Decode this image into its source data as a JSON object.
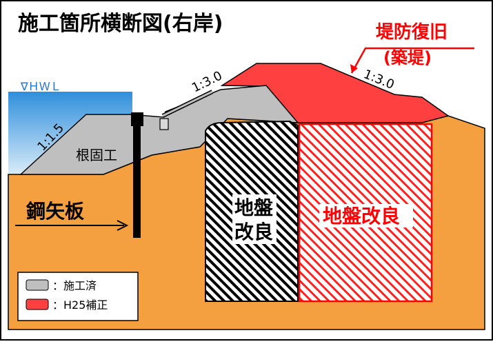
{
  "title": "施工箇所横断図(右岸)",
  "labels": {
    "restoration_line1": "堤防復旧",
    "restoration_line2": "(築堤)",
    "hwl": "∇ＨＷＬ",
    "slope_left": "1:1.5",
    "slope_top": "1:3.0",
    "slope_right": "1:3.0",
    "root_protection": "根固工",
    "sheet_pile": "鋼矢板",
    "ground_improvement_done_1": "地盤",
    "ground_improvement_done_2": "改良",
    "ground_improvement_new": "地盤改良"
  },
  "legend": {
    "items": [
      {
        "label": "：施工済",
        "color": "#bfbfbf"
      },
      {
        "label": "：H25補正",
        "color": "#ff4040"
      }
    ]
  },
  "colors": {
    "water": "#5aa9df",
    "ground": "#f5a040",
    "completed": "#bfbfbf",
    "h25": "#ff4040",
    "accent_red": "#ff0000",
    "frame": "#000000"
  }
}
